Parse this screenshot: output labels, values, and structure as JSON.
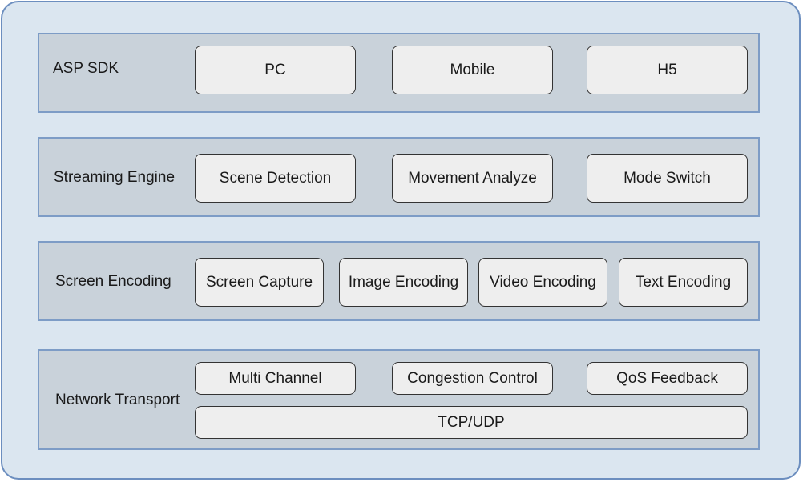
{
  "layers": [
    {
      "label": "ASP SDK",
      "components": [
        "PC",
        "Mobile",
        "H5"
      ]
    },
    {
      "label": "Streaming Engine",
      "components": [
        "Scene Detection",
        "Movement Analyze",
        "Mode Switch"
      ]
    },
    {
      "label": "Screen Encoding",
      "components": [
        "Screen Capture",
        "Image Encoding",
        "Video Encoding",
        "Text Encoding"
      ]
    },
    {
      "label": "Network Transport",
      "components": [
        "Multi Channel",
        "Congestion Control",
        "QoS Feedback",
        "TCP/UDP"
      ]
    }
  ],
  "colors": {
    "outer_fill": "#dbe6f0",
    "outer_stroke": "#6c8ebf",
    "layer_fill": "#c9d2da",
    "box_fill": "#eeeeee"
  }
}
